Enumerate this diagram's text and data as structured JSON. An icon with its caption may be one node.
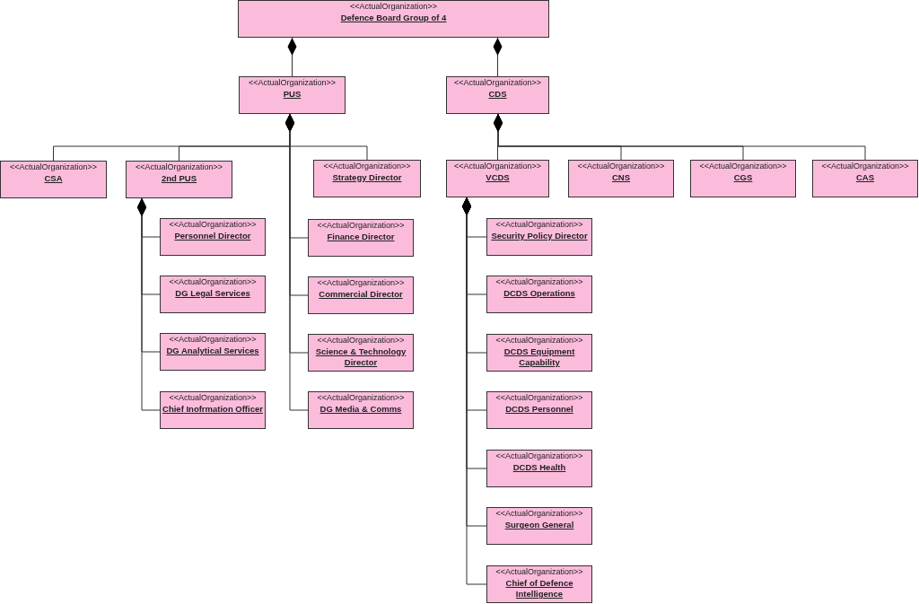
{
  "diagram": {
    "nodes": [
      {
        "text": [
          "<<ActualOrganization>>",
          "Defence Board Group of 4"
        ]
      },
      {
        "text": [
          "<<ActualOrganization>>",
          "PUS"
        ]
      },
      {
        "text": [
          "<<ActualOrganization>>",
          "CDS"
        ]
      },
      {
        "text": [
          "<<ActualOrganization>>",
          "CSA"
        ]
      },
      {
        "text": [
          "<<ActualOrganization>>",
          "2nd PUS"
        ]
      },
      {
        "text": [
          "<<ActualOrganization>>",
          "Strategy Director"
        ]
      },
      {
        "text": [
          "<<ActualOrganization>>",
          "VCDS"
        ]
      },
      {
        "text": [
          "<<ActualOrganization>>",
          "CNS"
        ]
      },
      {
        "text": [
          "<<ActualOrganization>>",
          "CGS"
        ]
      },
      {
        "text": [
          "<<ActualOrganization>>",
          "CAS"
        ]
      },
      {
        "text": [
          "<<ActualOrganization>>",
          "Personnel Director"
        ]
      },
      {
        "text": [
          "<<ActualOrganization>>",
          "DG Legal Services"
        ]
      },
      {
        "text": [
          "<<ActualOrganization>>",
          "DG Analytical Services"
        ]
      },
      {
        "text": [
          "<<ActualOrganization>>",
          "Chief Inofrmation Officer"
        ]
      },
      {
        "text": [
          "<<ActualOrganization>>",
          "Finance Director"
        ]
      },
      {
        "text": [
          "<<ActualOrganization>>",
          "Commercial Director"
        ]
      },
      {
        "text": [
          "<<ActualOrganization>>",
          "Science & Technology Director"
        ]
      },
      {
        "text": [
          "<<ActualOrganization>>",
          "DG Media & Comms"
        ]
      },
      {
        "text": [
          "<<ActualOrganization>>",
          "Security Policy Director"
        ]
      },
      {
        "text": [
          "<<ActualOrganization>>",
          "DCDS Operations"
        ]
      },
      {
        "text": [
          "<<ActualOrganization>>",
          "DCDS Equipment Capability"
        ]
      },
      {
        "text": [
          "<<ActualOrganization>>",
          "DCDS Personnel"
        ]
      },
      {
        "text": [
          "<<ActualOrganization>>",
          "DCDS Health"
        ]
      },
      {
        "text": [
          "<<ActualOrganization>>",
          "Surgeon General"
        ]
      },
      {
        "text": [
          "<<ActualOrganization>>",
          "Chief of Defence Intelligence"
        ]
      }
    ],
    "edges": [
      {
        "from": 0,
        "to": 1,
        "arrow": "other"
      },
      {
        "from": 0,
        "to": 2,
        "arrow": "other"
      },
      {
        "from": 1,
        "to": 3,
        "arrow": "other"
      },
      {
        "from": 1,
        "to": 4,
        "arrow": "other"
      },
      {
        "from": 1,
        "to": 5,
        "arrow": "other"
      },
      {
        "from": 1,
        "to": 14,
        "arrow": "other"
      },
      {
        "from": 1,
        "to": 15,
        "arrow": "other"
      },
      {
        "from": 1,
        "to": 16,
        "arrow": "other"
      },
      {
        "from": 1,
        "to": 17,
        "arrow": "other"
      },
      {
        "from": 2,
        "to": 6,
        "arrow": "other"
      },
      {
        "from": 2,
        "to": 7,
        "arrow": "other"
      },
      {
        "from": 2,
        "to": 8,
        "arrow": "other"
      },
      {
        "from": 2,
        "to": 9,
        "arrow": "other"
      },
      {
        "from": 4,
        "to": 10,
        "arrow": "other"
      },
      {
        "from": 4,
        "to": 11,
        "arrow": "other"
      },
      {
        "from": 4,
        "to": 12,
        "arrow": "other"
      },
      {
        "from": 4,
        "to": 13,
        "arrow": "other"
      },
      {
        "from": 6,
        "to": 18,
        "arrow": "other"
      },
      {
        "from": 6,
        "to": 19,
        "arrow": "other"
      },
      {
        "from": 6,
        "to": 20,
        "arrow": "other"
      },
      {
        "from": 6,
        "to": 21,
        "arrow": "other"
      },
      {
        "from": 6,
        "to": 22,
        "arrow": "other"
      },
      {
        "from": 6,
        "to": 23,
        "arrow": "other"
      },
      {
        "from": 6,
        "to": 24,
        "arrow": "other"
      }
    ]
  }
}
